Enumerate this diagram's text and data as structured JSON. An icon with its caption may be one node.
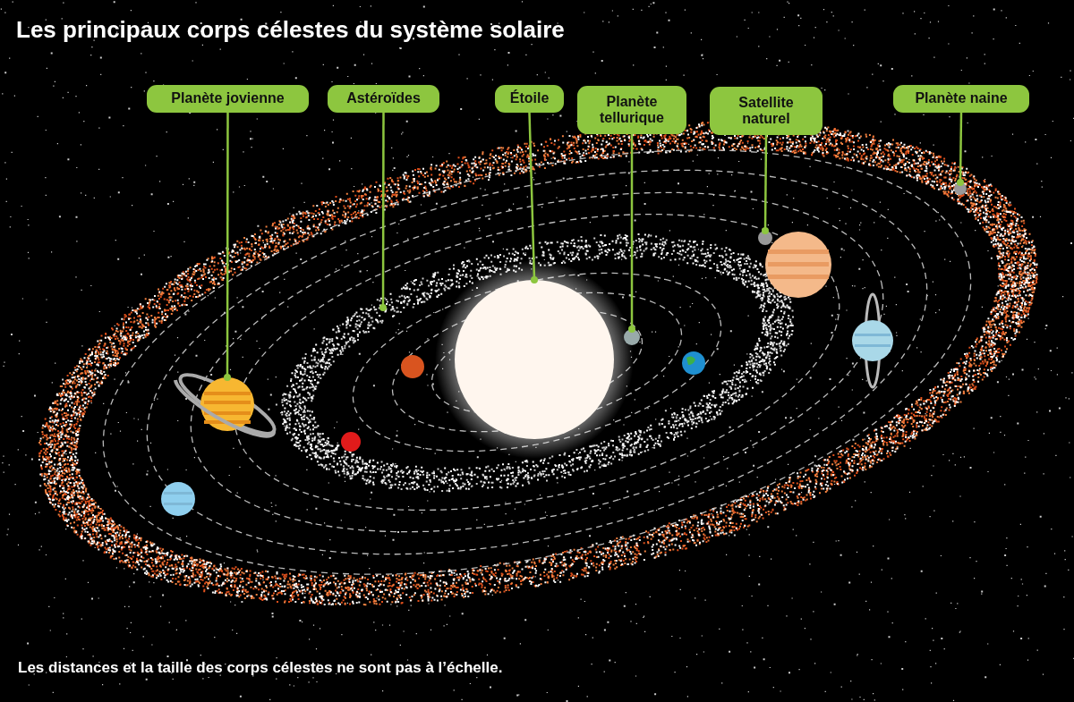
{
  "diagram": {
    "title": "Les principaux corps célestes du système solaire",
    "caption": "Les distances et la taille des corps célestes ne sont pas à l’échelle.",
    "nodes": [
      {
        "text": [
          "Planète jovienne"
        ]
      },
      {
        "text": [
          "Astéroïdes"
        ]
      },
      {
        "text": [
          "Étoile"
        ]
      },
      {
        "text": [
          "Planète tellurique"
        ]
      },
      {
        "text": [
          "Satellite naturel"
        ]
      },
      {
        "text": [
          "Planète naine"
        ]
      },
      {
        "text": [],
        "shape": "picture"
      },
      {
        "text": [],
        "shape": "circle"
      },
      {
        "text": [],
        "shape": "circle"
      },
      {
        "text": [],
        "shape": "circle"
      },
      {
        "text": [],
        "shape": "circle"
      }
    ],
    "edges": [
      {
        "from": 0,
        "to": 6,
        "arrow": "other"
      },
      {
        "from": 1,
        "to": null,
        "arrow": "other"
      },
      {
        "from": 2,
        "to": 7,
        "arrow": "other"
      },
      {
        "from": 3,
        "to": 8,
        "arrow": "other"
      },
      {
        "from": 4,
        "to": 9,
        "arrow": "other"
      },
      {
        "from": 5,
        "to": 10,
        "arrow": "other"
      }
    ]
  }
}
